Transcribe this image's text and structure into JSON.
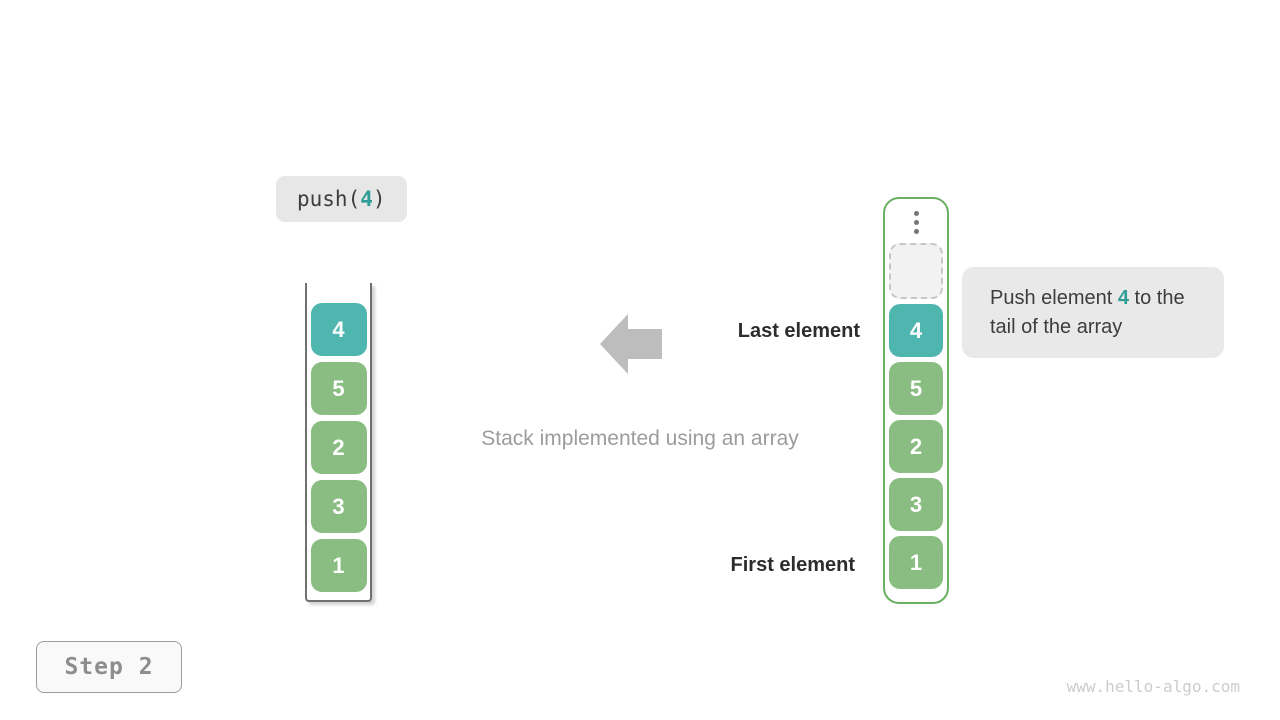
{
  "colors": {
    "teal": "#4eb6ae",
    "accent-text": "#2f9e96",
    "green": "#8abd82",
    "green-border": "#6bae64",
    "cell-text": "#ffffff",
    "dark-text": "#2d2d2d",
    "body-text": "#3d3d3d",
    "muted-text": "#9c9c9c",
    "arrow": "#bdbdbd",
    "label-bg": "#e7e7e7",
    "tooltip-bg": "#e9e9e9",
    "step-border": "#9c9c9c",
    "step-bg": "#f9f9f9",
    "step-text": "#8d8d8d",
    "watermark-text": "#cccccc",
    "wall": "#707070",
    "dash-border": "#c6c6c6",
    "dash-bg": "#f2f2f2",
    "dots": "#757575"
  },
  "operation": {
    "prefix": "push(",
    "value": "4",
    "suffix": ")"
  },
  "stack": {
    "values": [
      "4",
      "5",
      "2",
      "3",
      "1"
    ],
    "highlight_index": 0
  },
  "array": {
    "values": [
      "4",
      "5",
      "2",
      "3",
      "1"
    ],
    "highlight_index": 0,
    "has_empty_slot": true
  },
  "labels": {
    "last_element": "Last element",
    "first_element": "First element"
  },
  "caption": "Stack implemented using an array",
  "tooltip": {
    "text_before": "Push element ",
    "value": "4",
    "text_after": " to the tail of the array"
  },
  "step": {
    "label": "Step 2"
  },
  "watermark": "www.hello-algo.com"
}
